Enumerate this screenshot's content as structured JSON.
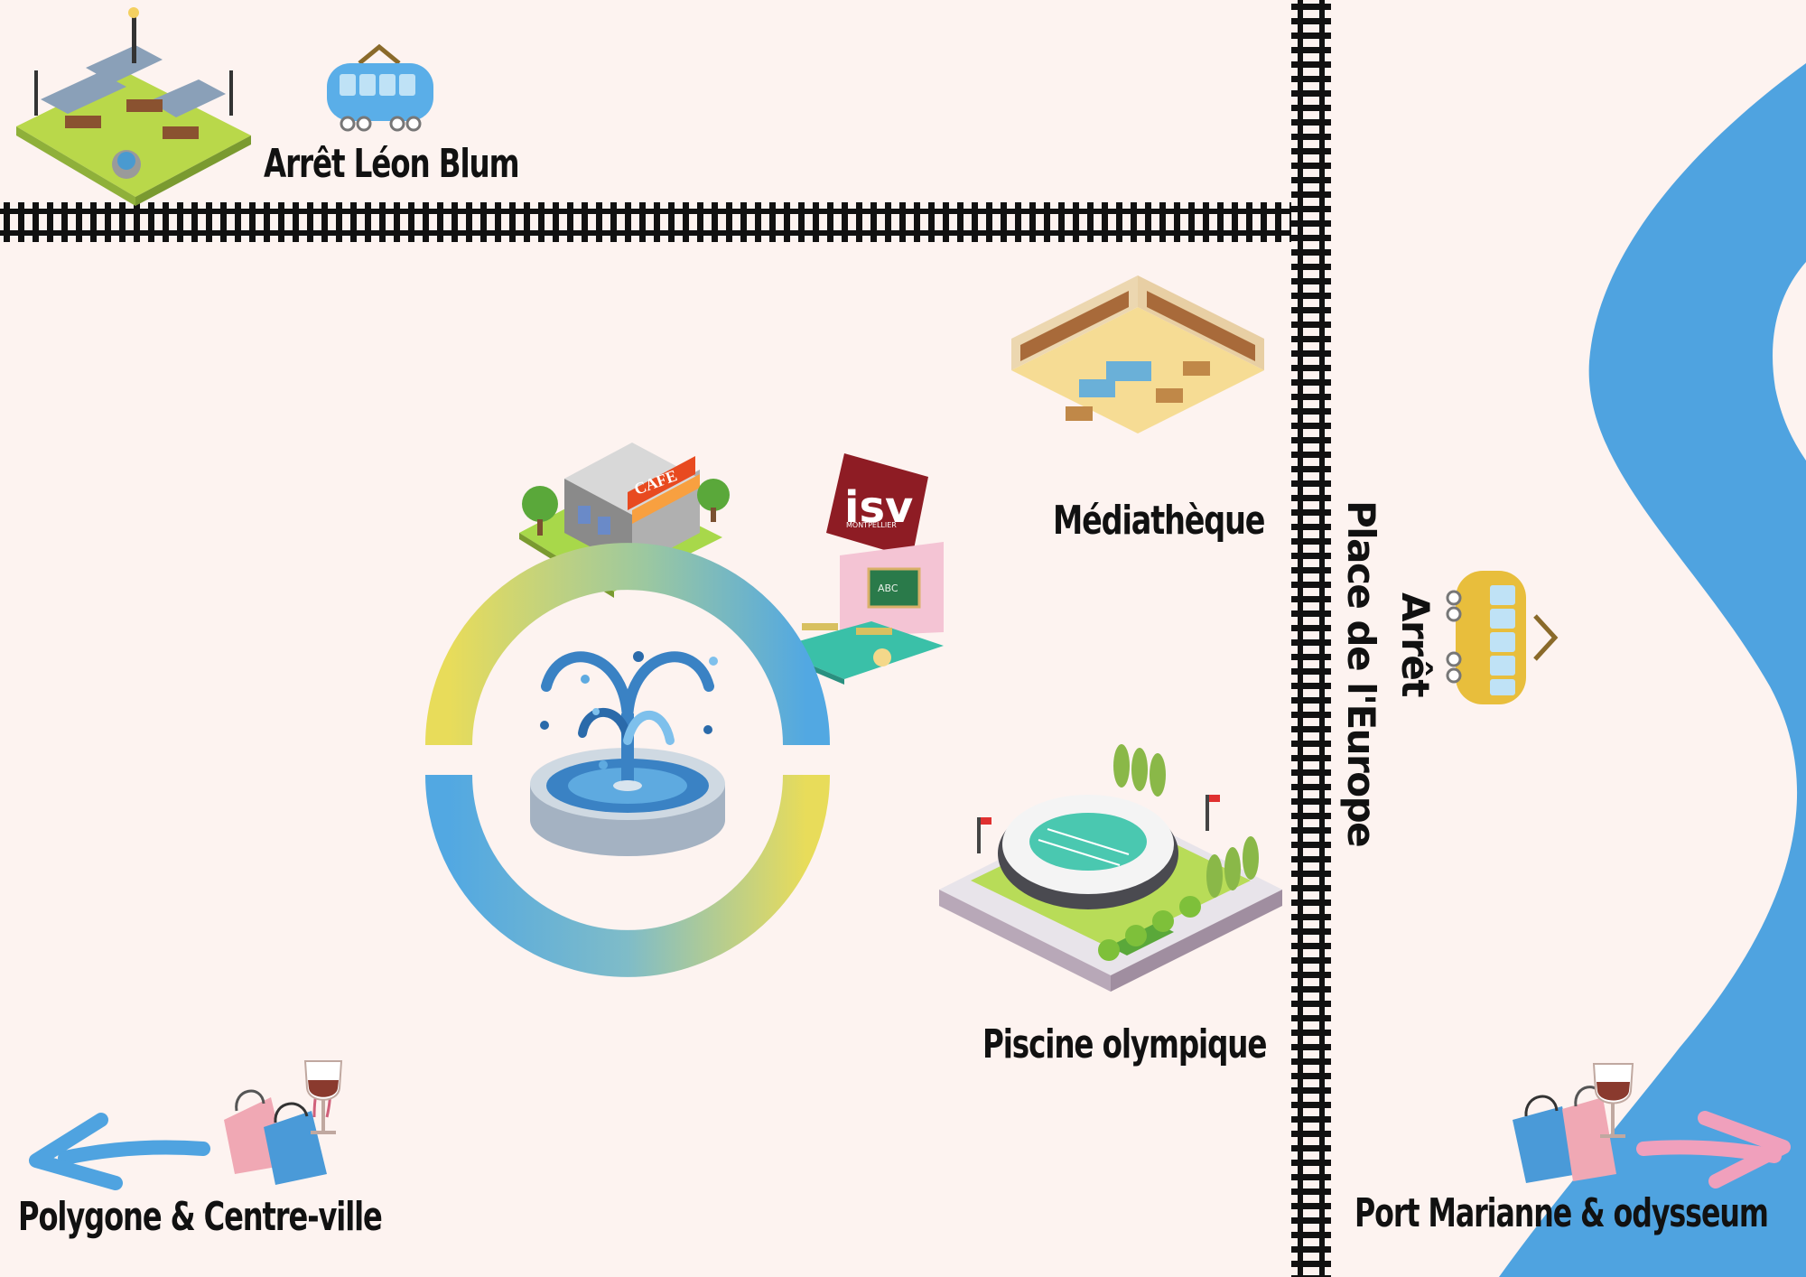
{
  "map": {
    "labels": {
      "leon_blum": "Arrêt Léon Blum",
      "mediatheque": "Médiathèque",
      "place_europe_stop": "Arrêt",
      "place_europe_name": "Place de l'Europe",
      "piscine": "Piscine olympique",
      "polygone": "Polygone & Centre-ville",
      "port_marianne": "Port Marianne & odysseum"
    },
    "cafe_sign": "CAFE",
    "isv_logo_main": "isv",
    "isv_logo_sub": "MONTPELLIER",
    "classroom_board": "ABC",
    "icons": [
      "park-icon",
      "tram-icon",
      "library-icon",
      "cafe-icon",
      "isv-logo",
      "classroom-icon",
      "fountain-icon",
      "stadium-icon",
      "shopping-bags-icon",
      "wine-glass-icon",
      "arrow-left-icon",
      "arrow-right-icon",
      "river",
      "railway-track"
    ],
    "colors": {
      "background": "#fdf3f0",
      "river": "#4fa3e0",
      "tram_blue": "#5aaee8",
      "tram_yellow": "#e8be3c",
      "track": "#111111",
      "ring_yellow": "#e8dc5a",
      "ring_blue": "#52a8e2",
      "arrow_left": "#4fa3e0",
      "arrow_right": "#f0a0bc"
    }
  }
}
